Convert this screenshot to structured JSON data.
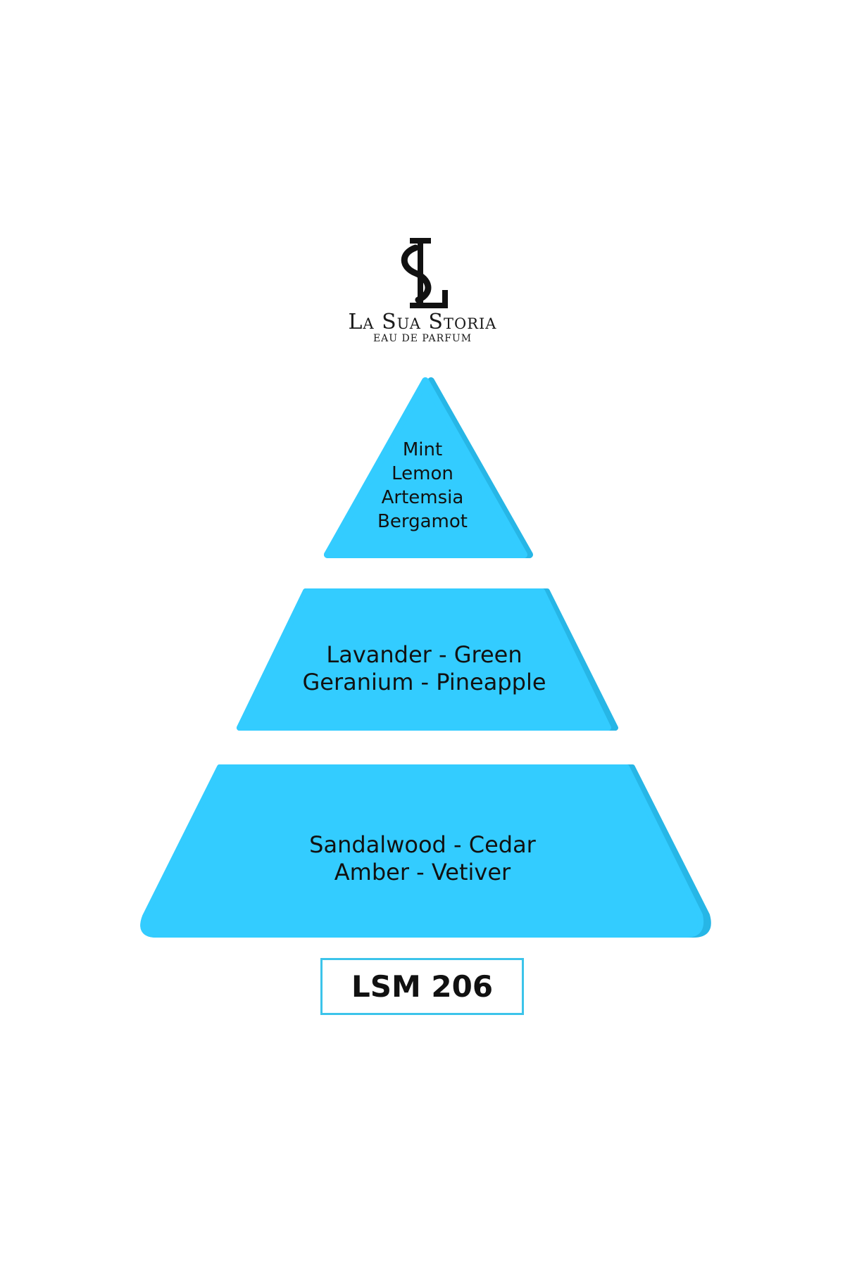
{
  "brand": {
    "name": "La Sua Storia",
    "subtitle": "EAU DE PARFUM",
    "monogram": "SL"
  },
  "colors": {
    "pyramid": "#33CCFF",
    "pyramid_shade": "#27B6E6",
    "box_border": "#3CC4EA"
  },
  "pyramid": {
    "top_notes": [
      "Mint",
      "Lemon",
      "Artemsia",
      "Bergamot"
    ],
    "heart_notes": [
      "Lavander - Green",
      "Geranium - Pineapple"
    ],
    "base_notes": [
      "Sandalwood - Cedar",
      "Amber - Vetiver"
    ]
  },
  "product_code": "LSM 206"
}
